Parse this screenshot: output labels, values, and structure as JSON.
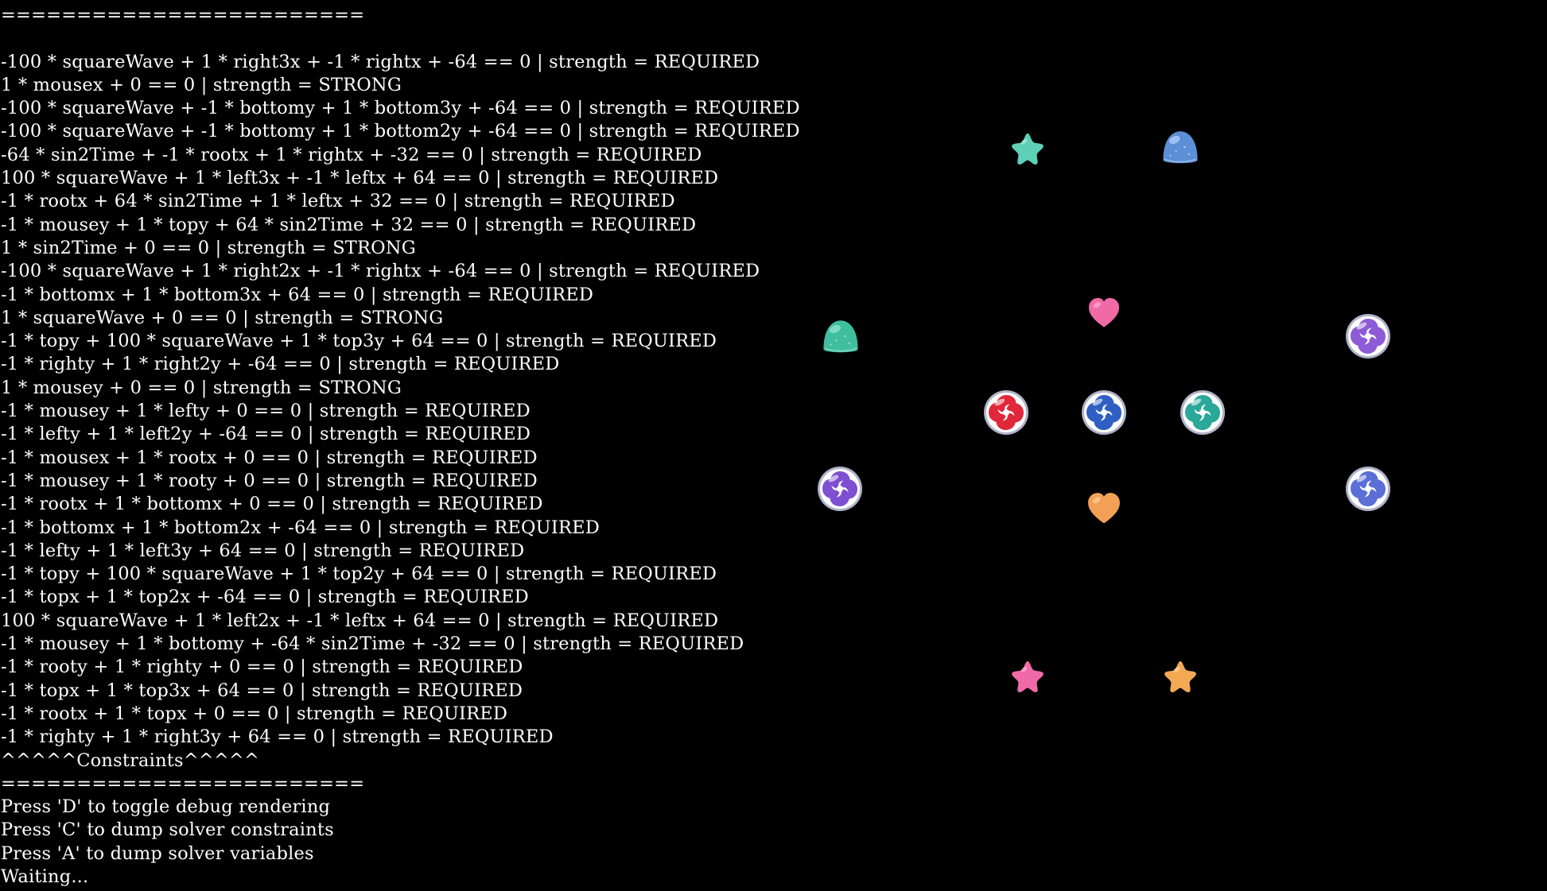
{
  "console": {
    "lines": [
      "========================",
      "",
      "-100 * squareWave + 1 * right3x + -1 * rightx + -64 == 0 | strength = REQUIRED",
      "1 * mousex + 0 == 0 | strength = STRONG",
      "-100 * squareWave + -1 * bottomy + 1 * bottom3y + -64 == 0 | strength = REQUIRED",
      "-100 * squareWave + -1 * bottomy + 1 * bottom2y + -64 == 0 | strength = REQUIRED",
      "-64 * sin2Time + -1 * rootx + 1 * rightx + -32 == 0 | strength = REQUIRED",
      "100 * squareWave + 1 * left3x + -1 * leftx + 64 == 0 | strength = REQUIRED",
      "-1 * rootx + 64 * sin2Time + 1 * leftx + 32 == 0 | strength = REQUIRED",
      "-1 * mousey + 1 * topy + 64 * sin2Time + 32 == 0 | strength = REQUIRED",
      "1 * sin2Time + 0 == 0 | strength = STRONG",
      "-100 * squareWave + 1 * right2x + -1 * rightx + -64 == 0 | strength = REQUIRED",
      "-1 * bottomx + 1 * bottom3x + 64 == 0 | strength = REQUIRED",
      "1 * squareWave + 0 == 0 | strength = STRONG",
      "-1 * topy + 100 * squareWave + 1 * top3y + 64 == 0 | strength = REQUIRED",
      "-1 * righty + 1 * right2y + -64 == 0 | strength = REQUIRED",
      "1 * mousey + 0 == 0 | strength = STRONG",
      "-1 * mousey + 1 * lefty + 0 == 0 | strength = REQUIRED",
      "-1 * lefty + 1 * left2y + -64 == 0 | strength = REQUIRED",
      "-1 * mousex + 1 * rootx + 0 == 0 | strength = REQUIRED",
      "-1 * mousey + 1 * rooty + 0 == 0 | strength = REQUIRED",
      "-1 * rootx + 1 * bottomx + 0 == 0 | strength = REQUIRED",
      "-1 * bottomx + 1 * bottom2x + -64 == 0 | strength = REQUIRED",
      "-1 * lefty + 1 * left3y + 64 == 0 | strength = REQUIRED",
      "-1 * topy + 100 * squareWave + 1 * top2y + 64 == 0 | strength = REQUIRED",
      "-1 * topx + 1 * top2x + -64 == 0 | strength = REQUIRED",
      "100 * squareWave + 1 * left2x + -1 * leftx + 64 == 0 | strength = REQUIRED",
      "-1 * mousey + 1 * bottomy + -64 * sin2Time + -32 == 0 | strength = REQUIRED",
      "-1 * rooty + 1 * righty + 0 == 0 | strength = REQUIRED",
      "-1 * topx + 1 * top3x + 64 == 0 | strength = REQUIRED",
      "-1 * rootx + 1 * topx + 0 == 0 | strength = REQUIRED",
      "-1 * righty + 1 * right3y + 64 == 0 | strength = REQUIRED",
      "^^^^^Constraints^^^^^",
      "========================",
      "Press 'D' to toggle debug rendering",
      "Press 'C' to dump solver constraints",
      "Press 'A' to dump solver variables",
      "Waiting..."
    ]
  },
  "candies": [
    {
      "name": "green-star-candy",
      "kind": "star",
      "color": "#5fd0b8",
      "highlight": "#a9efe0"
    },
    {
      "name": "blue-gumdrop-candy",
      "kind": "gumdrop",
      "color": "#5b8fd6",
      "highlight": "#b9d4ff"
    },
    {
      "name": "pink-heart-candy",
      "kind": "heart",
      "color": "#f06aa8",
      "highlight": "#ffb0d3"
    },
    {
      "name": "green-gumdrop-candy",
      "kind": "gumdrop",
      "color": "#3fbf9f",
      "highlight": "#9ee8d4"
    },
    {
      "name": "purple-swirl-candy-right",
      "kind": "swirl",
      "color": "#8e5bd6",
      "highlight": "#ffffff"
    },
    {
      "name": "red-swirl-candy",
      "kind": "swirl",
      "color": "#e0283a",
      "highlight": "#ffffff"
    },
    {
      "name": "blue-swirl-candy",
      "kind": "swirl",
      "color": "#2f5fc4",
      "highlight": "#ffffff"
    },
    {
      "name": "teal-swirl-candy",
      "kind": "swirl",
      "color": "#2aa89a",
      "highlight": "#ffffff"
    },
    {
      "name": "purple-swirl-candy-left",
      "kind": "swirl",
      "color": "#7e4fd0",
      "highlight": "#ffffff"
    },
    {
      "name": "orange-heart-candy",
      "kind": "heart",
      "color": "#f3a057",
      "highlight": "#ffd2a3"
    },
    {
      "name": "blue-swirl-candy-right",
      "kind": "swirl",
      "color": "#5b6fd6",
      "highlight": "#ffffff"
    },
    {
      "name": "pink-star-candy",
      "kind": "star",
      "color": "#f06aa8",
      "highlight": "#ffb3d4"
    },
    {
      "name": "orange-star-candy",
      "kind": "star",
      "color": "#f3a954",
      "highlight": "#ffd7a3"
    }
  ]
}
